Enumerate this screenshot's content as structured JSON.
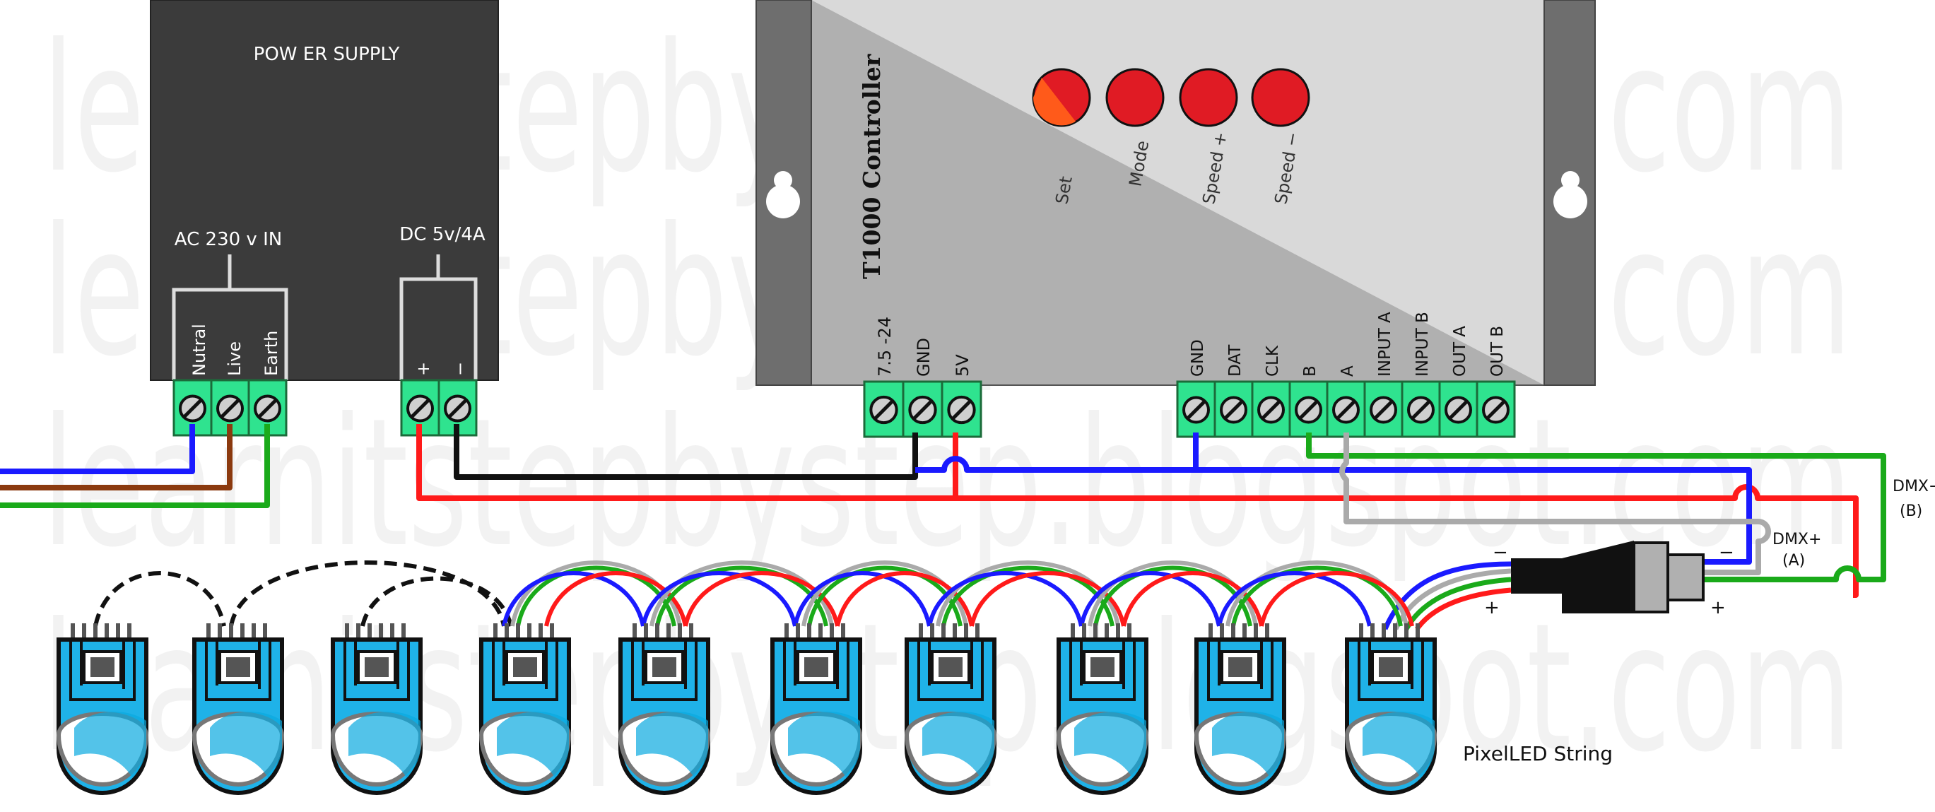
{
  "watermark": "learnitstepbystep.blogspot.com",
  "power_supply": {
    "title": "POW ER SUPPLY",
    "ac_label": "AC 230 v IN",
    "dc_label": "DC 5v/4A",
    "ac_terminals": [
      "Nutral",
      "Live",
      "Earth"
    ],
    "dc_terminals": [
      "+",
      "−"
    ],
    "body_color": "#3b3b3b"
  },
  "controller": {
    "title": "T1000 Controller",
    "buttons": [
      "Set",
      "Mode",
      "Speed +",
      "Speed −"
    ],
    "power_terminals": [
      "7.5 -24",
      "GND",
      "5V"
    ],
    "signal_terminals": [
      "GND",
      "DAT",
      "CLK",
      "B",
      "A",
      "INPUT A",
      "INPUT B",
      "OUT A",
      "OUT B"
    ],
    "button_color": "#e01b24"
  },
  "connector": {
    "dmx_minus": "DMX−",
    "dmx_minus_sub": "(B)",
    "dmx_plus": "DMX+",
    "dmx_plus_sub": "(A)",
    "left_minus": "−",
    "left_plus": "+",
    "right_minus": "−",
    "right_plus": "+"
  },
  "pixel_string_label": "PixelLED String",
  "pixel_count": 10,
  "colors": {
    "terminal": "#2fe38f",
    "wire_blue": "#1a1aff",
    "wire_red": "#ff1a1a",
    "wire_green": "#1aaa1a",
    "wire_brown": "#8b3a0f",
    "wire_gray": "#aaaaaa",
    "pixel_blue": "#1fb2e8"
  }
}
